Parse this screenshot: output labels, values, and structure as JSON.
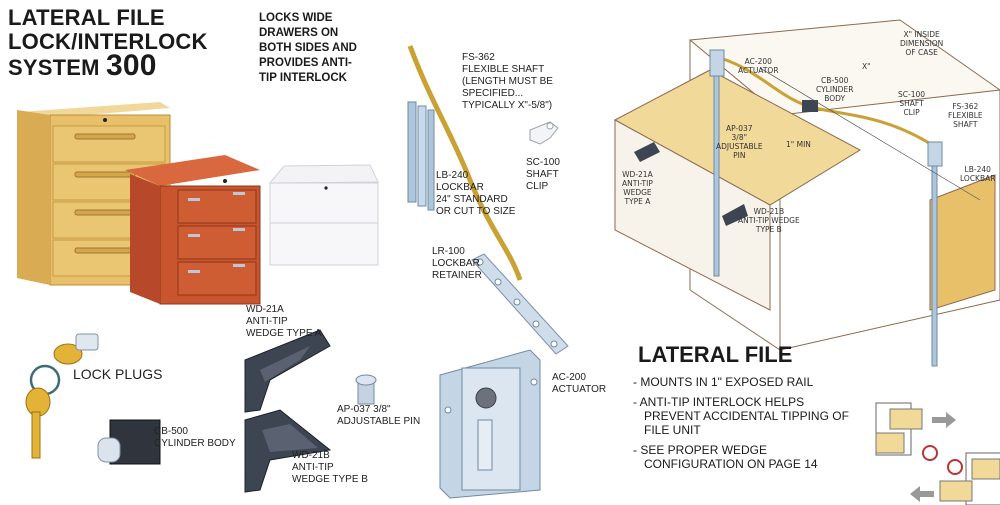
{
  "header": {
    "title_line1": "LATERAL FILE",
    "title_line2": "LOCK/INTERLOCK",
    "title_line3_prefix": "SYSTEM ",
    "title_number": "300"
  },
  "tagline": "LOCKS WIDE\nDRAWERS ON\nBOTH SIDES AND\nPROVIDES ANTI-\nTIP INTERLOCK",
  "parts": {
    "fs362": "FS-362\nFLEXIBLE SHAFT\n(LENGTH MUST BE\nSPECIFIED...\nTYPICALLY X\"-5/8\")",
    "sc100": "SC-100\nSHAFT\nCLIP",
    "lb240": "LB-240\nLOCKBAR\n24\" STANDARD\nOR CUT TO SIZE",
    "lr100": "LR-100\nLOCKBAR\nRETAINER",
    "ac200": "AC-200\nACTUATOR",
    "wd21a": "WD-21A\nANTI-TIP\nWEDGE TYPE A",
    "wd21b": "WD-21B\nANTI-TIP\nWEDGE TYPE B",
    "ap037": "AP-037 3/8\"\nADJUSTABLE PIN",
    "lock_plugs": "LOCK PLUGS",
    "cb500": "CB-500\nCYLINDER BODY"
  },
  "diagram": {
    "inside_dimension": "X\" INSIDE\nDIMENSION\nOF CASE",
    "x_mark": "X\"",
    "ac200": "AC-200\nACTUATOR",
    "cb500": "CB-500\nCYLINDER\nBODY",
    "sc100": "SC-100\nSHAFT\nCLIP",
    "fs362": "FS-362\nFLEXIBLE\nSHAFT",
    "ap037": "AP-037\n3/8\"\nADJUSTABLE\nPIN",
    "one_min": "1\" MIN",
    "wd21a": "WD-21A\nANTI-TIP\nWEDGE\nTYPE A",
    "wd21b": "WD-21B\nANTI-TIP WEDGE\nTYPE B",
    "lb240": "LB-240\nLOCKBAR"
  },
  "lateral_file": {
    "title": "LATERAL FILE",
    "bullets": [
      "- MOUNTS IN 1\" EXPOSED RAIL",
      "- ANTI-TIP INTERLOCK HELPS PREVENT ACCIDENTAL TIPPING OF FILE UNIT",
      "- SEE PROPER WEDGE CONFIGURATION ON PAGE 14"
    ]
  },
  "colors": {
    "oak": "#e8c06a",
    "cherry": "#c9552e",
    "steel": "#aec6dc",
    "brass": "#c9a233",
    "dark_metal": "#3d4452"
  }
}
